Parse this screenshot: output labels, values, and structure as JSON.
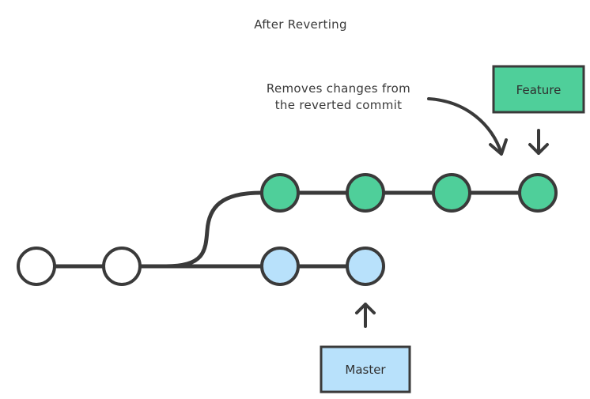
{
  "title": "After Reverting",
  "annotation": {
    "line1": "Removes changes from",
    "line2": "the reverted commit"
  },
  "branches": {
    "feature": {
      "label": "Feature",
      "commit_count": 4,
      "color": "#4fcf9a"
    },
    "master": {
      "label": "Master",
      "commit_count": 2,
      "color": "#b8e1fb"
    },
    "shared": {
      "commit_count": 2,
      "color": "#ffffff"
    }
  },
  "colors": {
    "stroke": "#3a3a3a",
    "text": "#3a3a3a"
  }
}
